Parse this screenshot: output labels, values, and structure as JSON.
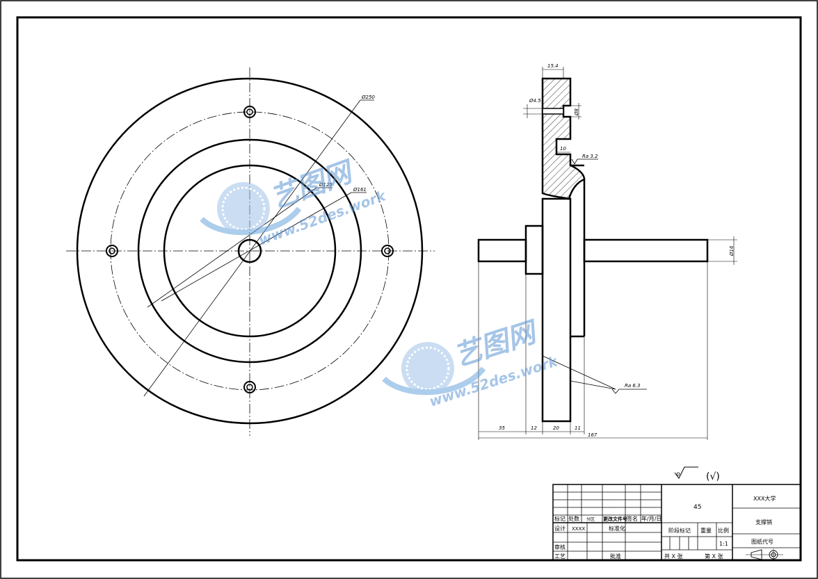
{
  "front_view": {
    "dims": {
      "d250": "Ø250",
      "d125": "Ø125",
      "d161": "Ø161"
    }
  },
  "section_view": {
    "dims": {
      "w15_4": "15.4",
      "d4_5": "Ø4.5",
      "d8": "Ø8",
      "w10": "10",
      "ra3_2": "Ra 3.2",
      "ra6_3": "Ra 6.3",
      "d16": "Ø16",
      "w35": "35",
      "w12": "12",
      "w20": "20",
      "w11": "11",
      "w167": "167"
    }
  },
  "surface_note": {
    "paren": "(√)"
  },
  "title_block": {
    "material": "45",
    "school": "XXX大学",
    "part_name": "支撑销",
    "drawing_no_label": "图纸代号",
    "row_headers": [
      "标记",
      "处数",
      "分区",
      "更改文件号",
      "签名",
      "年/月/日"
    ],
    "design_label": "设计",
    "design_value": "XXXX",
    "standardize_label": "标准化",
    "review_label": "审核",
    "process_label": "工艺",
    "approve_label": "批准",
    "stage_label": "阶段标记",
    "weight_label": "重量",
    "scale_label": "比例",
    "scale_value": "1:1",
    "total_sheets": "共  X  张",
    "sheet_no": "第  X  张"
  },
  "watermark": {
    "brand": "艺图网",
    "url": "www.52des.work"
  }
}
